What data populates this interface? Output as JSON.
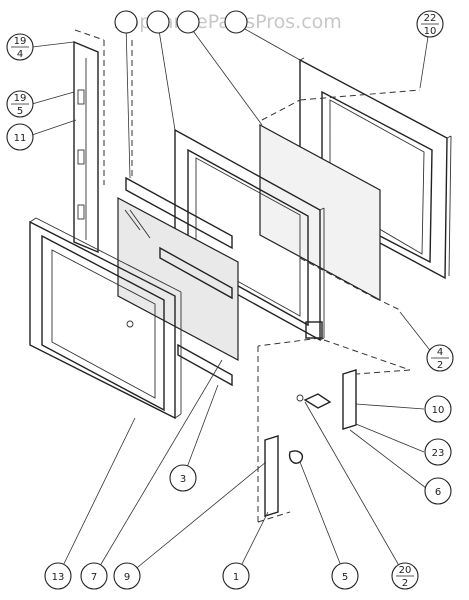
{
  "watermark": "AppliancePartsPros.com",
  "callouts": [
    {
      "id": "c-19-4",
      "top": "19",
      "bottom": "4"
    },
    {
      "id": "c-19-5",
      "top": "19",
      "bottom": "5"
    },
    {
      "id": "c-11",
      "label": "11"
    },
    {
      "id": "c-22-10",
      "top": "22",
      "bottom": "10"
    },
    {
      "id": "c-4-2",
      "top": "4",
      "bottom": "2"
    },
    {
      "id": "c-10",
      "label": "10"
    },
    {
      "id": "c-23",
      "label": "23"
    },
    {
      "id": "c-6",
      "label": "6"
    },
    {
      "id": "c-3",
      "label": "3"
    },
    {
      "id": "c-13",
      "label": "13"
    },
    {
      "id": "c-7",
      "label": "7"
    },
    {
      "id": "c-9",
      "label": "9"
    },
    {
      "id": "c-1",
      "label": "1"
    },
    {
      "id": "c-5",
      "label": "5"
    },
    {
      "id": "c-20-2",
      "top": "20",
      "bottom": "2"
    }
  ]
}
